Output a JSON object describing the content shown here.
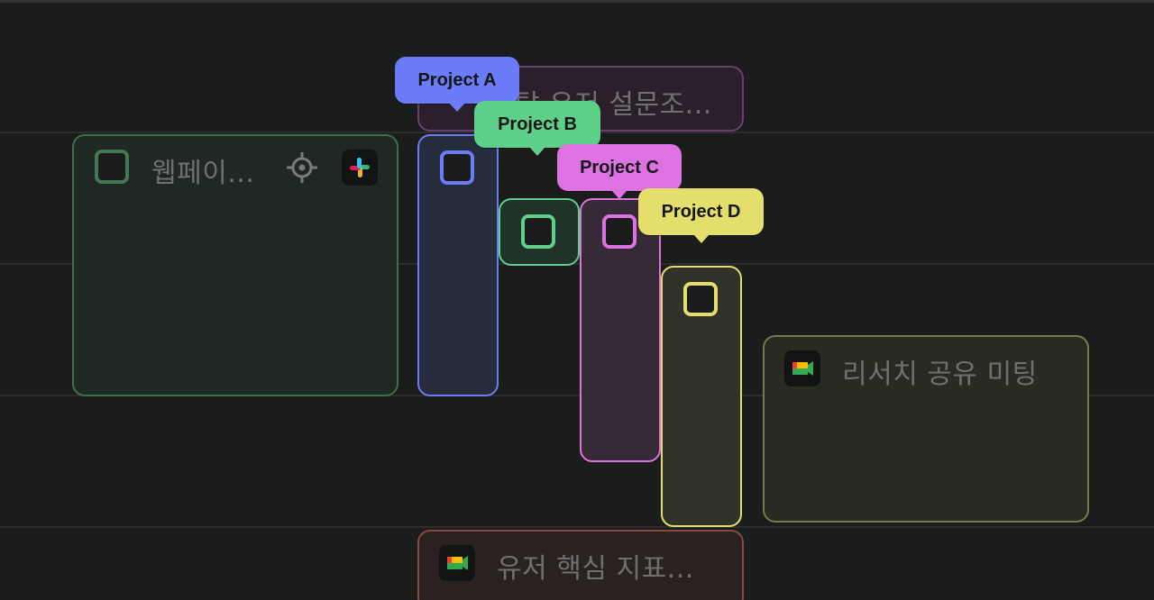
{
  "colors": {
    "background": "#1b1c1c",
    "green": "#4b8a5e",
    "blue": "#6a7cf7",
    "mint": "#5fd08a",
    "magenta": "#df72e3",
    "yellow": "#e4de6c",
    "olive": "#76794a",
    "purple_outline": "#6a3f6f",
    "red_outline": "#8a4a3c"
  },
  "events": {
    "survey": {
      "title": "탈 유저 설문조..."
    },
    "webpage": {
      "title": "웹페이..."
    },
    "research": {
      "title": "리서치 공유 미팅"
    },
    "metrics": {
      "title": "유저 핵심 지표..."
    }
  },
  "icons": {
    "target": "target-icon",
    "slack": "slack-icon",
    "meet": "google-meet-icon"
  },
  "projects": [
    {
      "label": "Project A",
      "color": "#6a7cf7"
    },
    {
      "label": "Project B",
      "color": "#5fd08a"
    },
    {
      "label": "Project C",
      "color": "#df72e3"
    },
    {
      "label": "Project D",
      "color": "#e4de6c"
    }
  ]
}
